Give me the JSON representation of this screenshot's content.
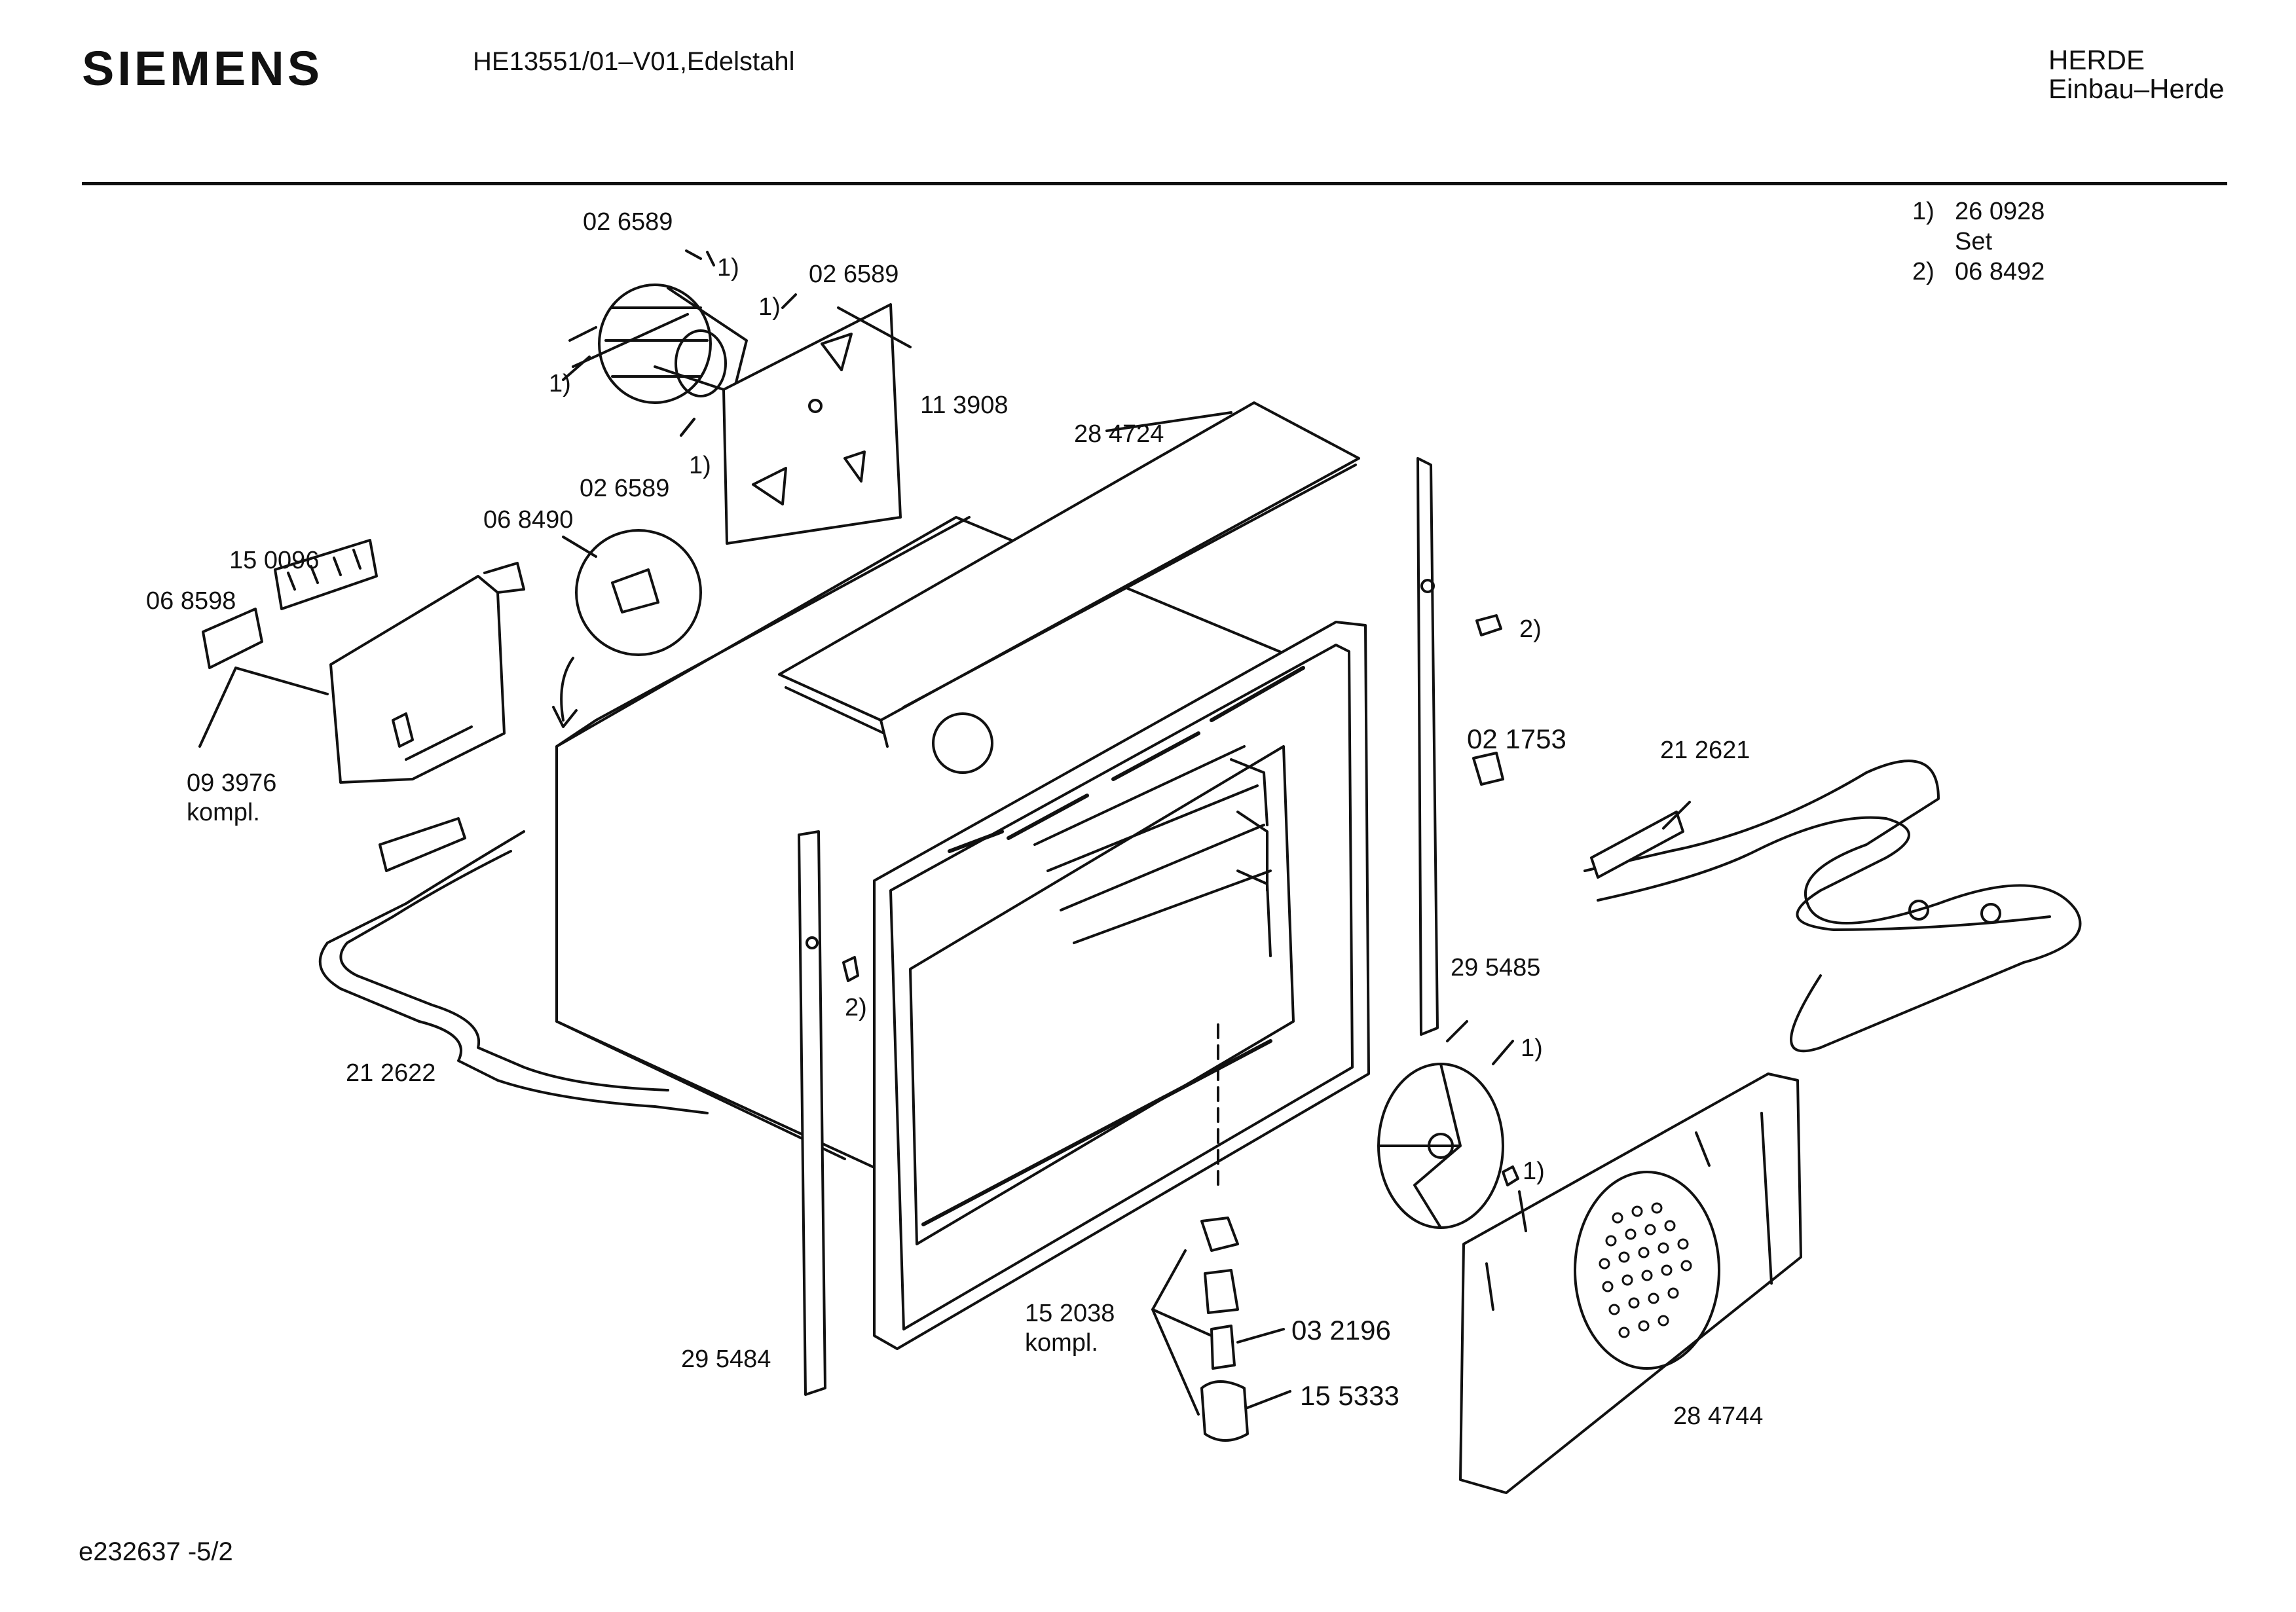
{
  "header": {
    "brand": "SIEMENS",
    "model": "HE13551/01–V01,Edelstahl",
    "category": "HERDE",
    "subcategory": "Einbau–Herde"
  },
  "legend": {
    "n1": "1)",
    "part1": "26 0928",
    "part1_note": "Set",
    "n2": "2)",
    "part2": "06 8492"
  },
  "labels": {
    "p026589_a": "02 6589",
    "p026589_b": "02 6589",
    "p026589_c": "02 6589",
    "p113908": "11 3908",
    "p284724": "28 4724",
    "p068490": "06 8490",
    "p150096": "15 0096",
    "p068598": "06 8598",
    "p093976": "09 3976",
    "p093976_note": "kompl.",
    "p021753": "02 1753",
    "p212621": "21 2621",
    "p295485": "29 5485",
    "p212622": "21 2622",
    "p295484": "29 5484",
    "p152038": "15 2038",
    "p152038_note": "kompl.",
    "p032196": "03 2196",
    "p155333": "15 5333",
    "p284744": "28 4744",
    "ref1": "1)",
    "ref2": "2)"
  },
  "footer": {
    "code": "e232637 -5/2"
  }
}
